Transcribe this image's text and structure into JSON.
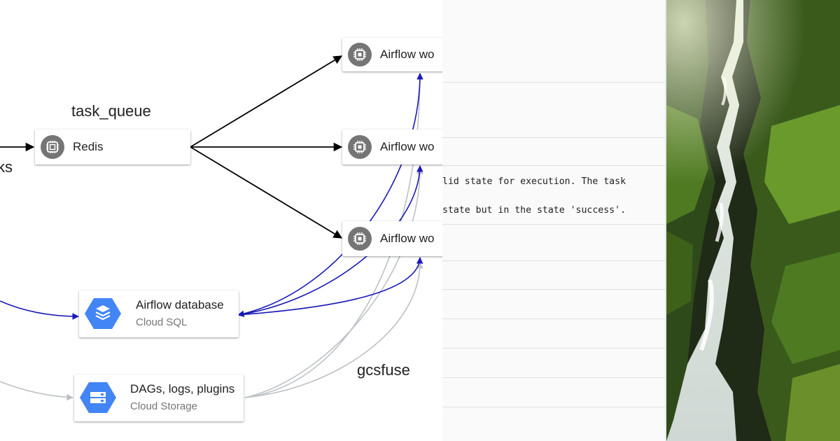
{
  "diagram": {
    "labels": {
      "task_queue": "task_queue",
      "cut_left": "ks",
      "gcsfuse": "gcsfuse"
    },
    "nodes": {
      "redis": {
        "title": "Redis",
        "icon": "memorystore-icon"
      },
      "worker_1": {
        "title": "Airflow wo",
        "icon": "compute-chip-icon"
      },
      "worker_2": {
        "title": "Airflow wo",
        "icon": "compute-chip-icon"
      },
      "worker_3": {
        "title": "Airflow wo",
        "icon": "compute-chip-icon"
      },
      "database": {
        "title": "Airflow database",
        "subtitle": "Cloud SQL",
        "icon": "cloud-sql-icon"
      },
      "storage": {
        "title": "DAGs, logs, plugins",
        "subtitle": "Cloud Storage",
        "icon": "cloud-storage-icon"
      }
    },
    "colors": {
      "task_edges": "#000000",
      "database_edges": "#1a1ab8",
      "storage_edges": "#bdc1c6",
      "service_icon": "#4285f4",
      "compute_icon": "#757575"
    }
  },
  "log": {
    "lines": [
      "lid state for execution. The task",
      "state but in the state 'success'."
    ]
  },
  "photo": {
    "subject": "mossy gorge with waterfall"
  }
}
